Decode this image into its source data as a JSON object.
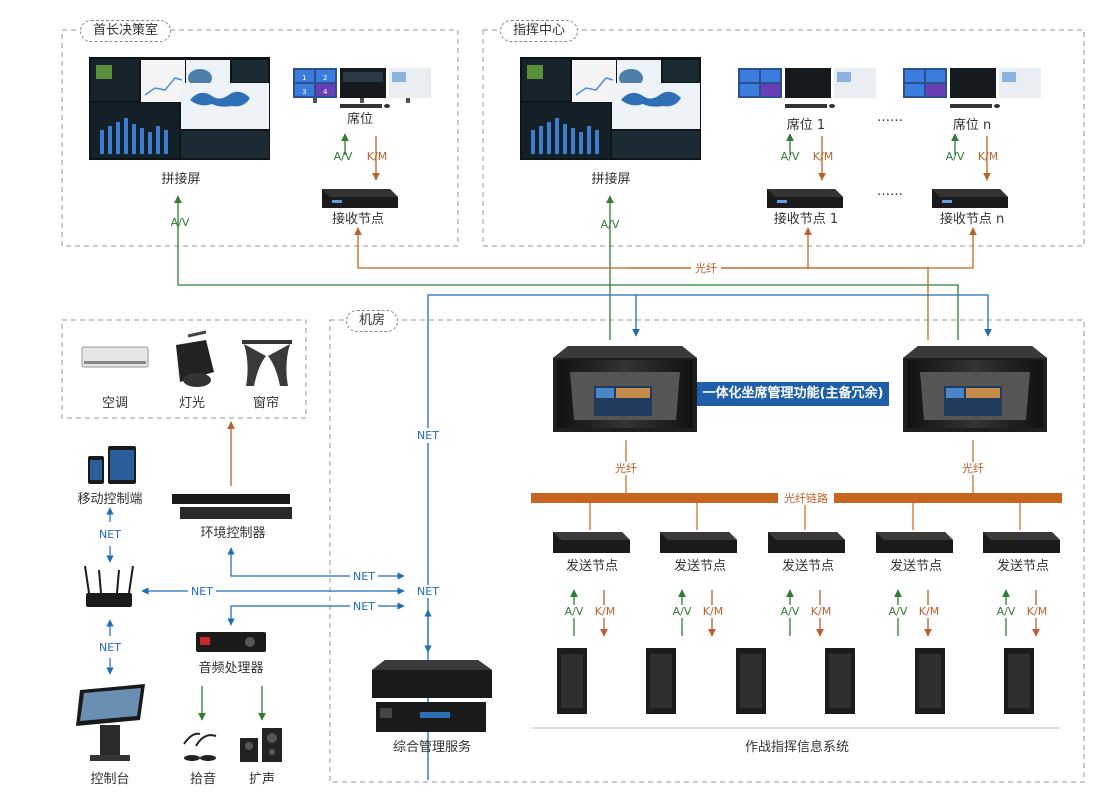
{
  "zones": {
    "office": "首长决策室",
    "command_center": "指挥中心",
    "machine_room": "机房"
  },
  "office": {
    "video_wall": "拼接屏",
    "seat": "席位",
    "receiver": "接收节点"
  },
  "command": {
    "video_wall": "拼接屏",
    "seat_1": "席位 1",
    "seat_n": "席位 n",
    "receiver_1": "接收节点 1",
    "receiver_n": "接收节点 n",
    "ellipsis": "……"
  },
  "links": {
    "av": "A/V",
    "km": "K/M",
    "net": "NET",
    "fiber": "光纤",
    "fiber_bus": "光纤链路"
  },
  "machine_room": {
    "redundant_label": "一体化坐席管理功能(主备冗余)",
    "sender": "发送节点",
    "service": "综合管理服务",
    "info_system": "作战指挥信息系统"
  },
  "env": {
    "ac": "空调",
    "light": "灯光",
    "curtain": "窗帘",
    "controller": "环境控制器"
  },
  "control": {
    "mobile": "移动控制端",
    "console": "控制台",
    "audio": "音频处理器",
    "pickup": "拾音",
    "speaker": "扩声"
  },
  "colors": {
    "av": "#2e7d32",
    "km": "#b8612a",
    "net": "#1e6cb8",
    "fiber": "#c8651e",
    "label_bg": "#1f5fa8"
  }
}
